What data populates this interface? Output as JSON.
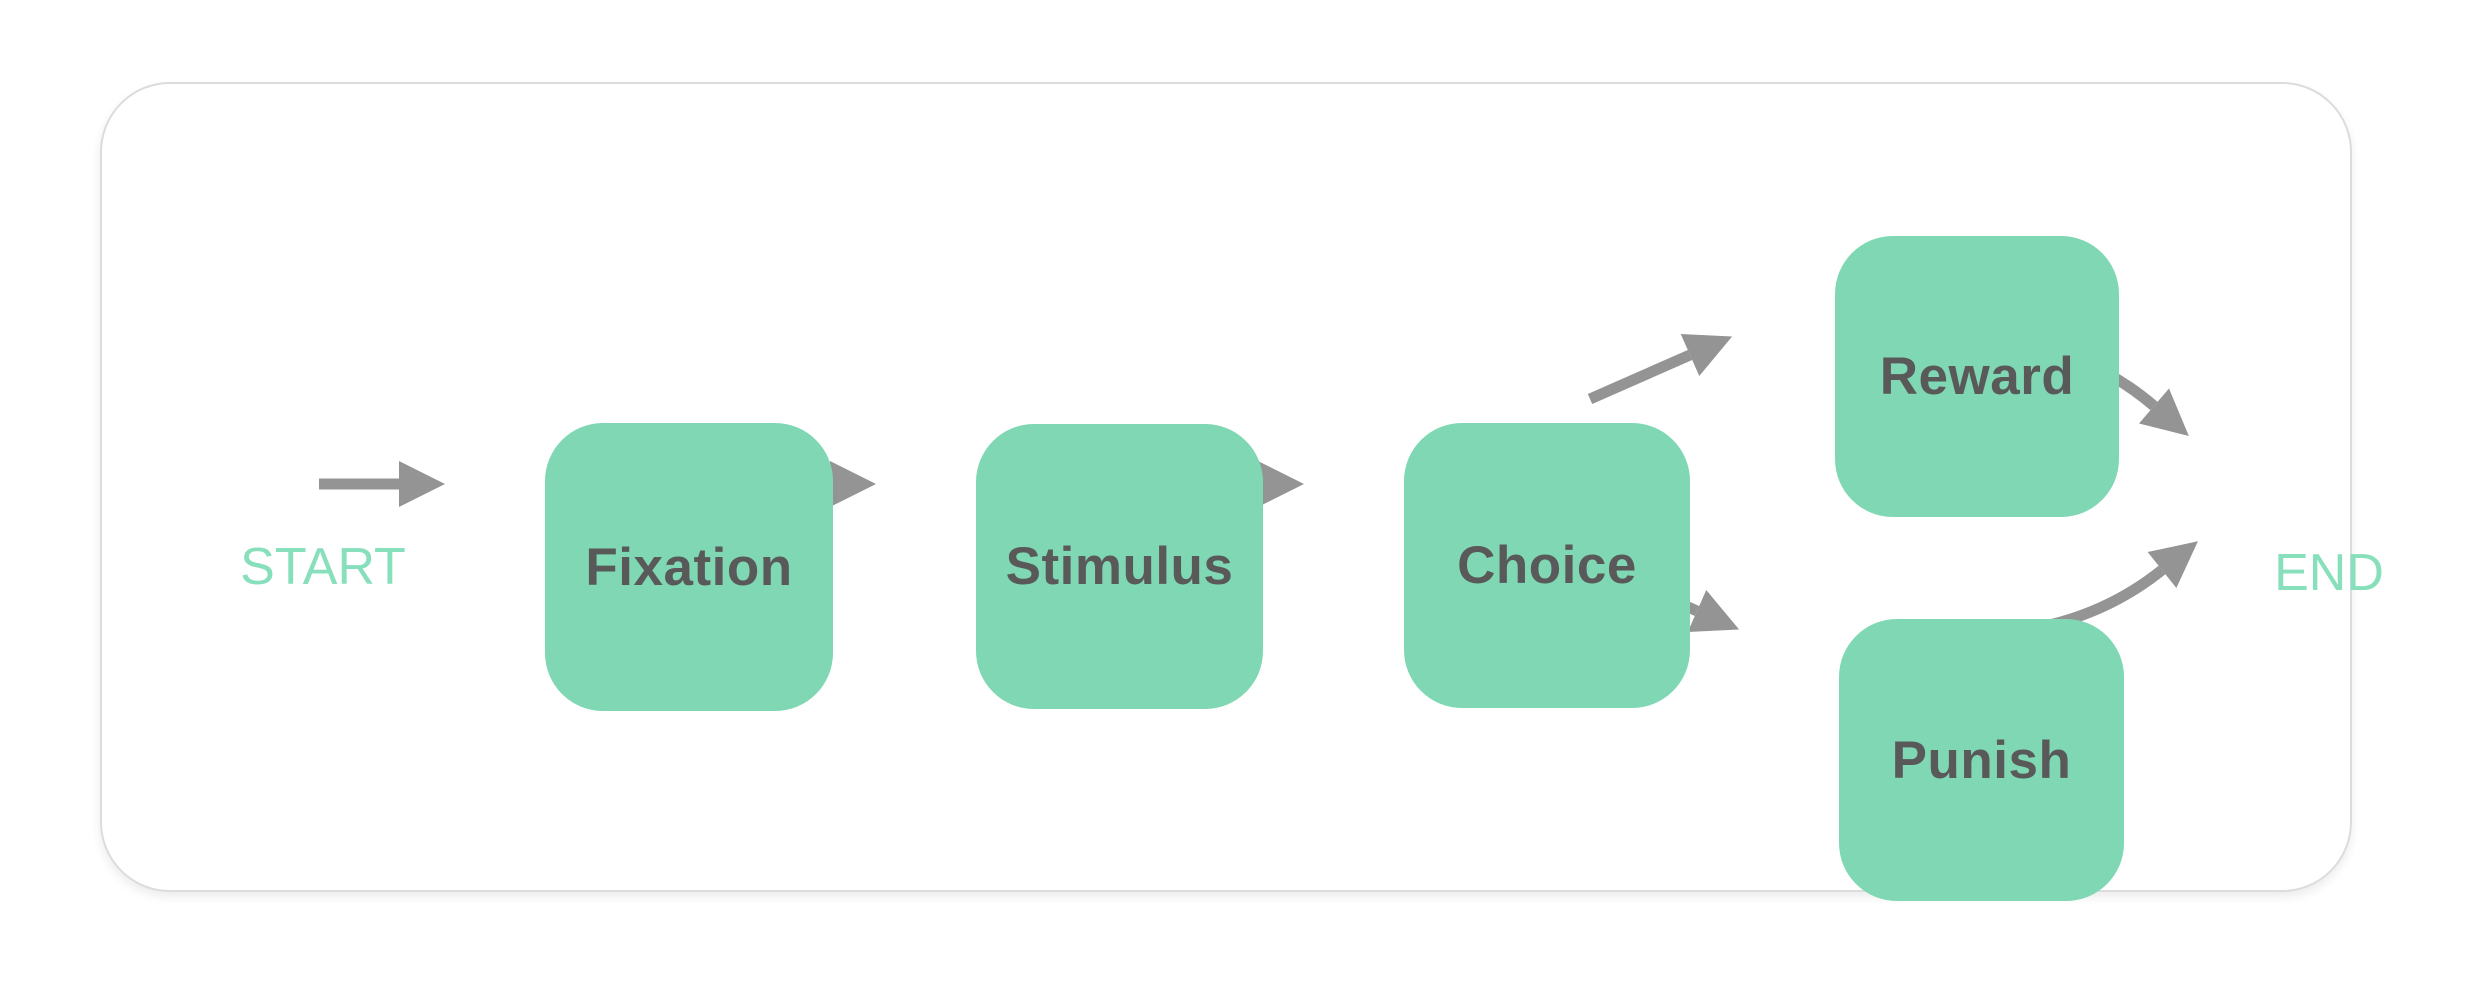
{
  "diagram": {
    "start_label": "START",
    "end_label": "END",
    "nodes": [
      {
        "id": "fixation",
        "label": "Fixation"
      },
      {
        "id": "stimulus",
        "label": "Stimulus"
      },
      {
        "id": "choice",
        "label": "Choice"
      },
      {
        "id": "reward",
        "label": "Reward"
      },
      {
        "id": "punish",
        "label": "Punish"
      }
    ],
    "edges": [
      {
        "from": "START",
        "to": "Fixation"
      },
      {
        "from": "Fixation",
        "to": "Stimulus"
      },
      {
        "from": "Stimulus",
        "to": "Choice"
      },
      {
        "from": "Choice",
        "to": "Reward"
      },
      {
        "from": "Choice",
        "to": "Punish"
      },
      {
        "from": "Reward",
        "to": "END"
      },
      {
        "from": "Punish",
        "to": "END"
      }
    ],
    "colors": {
      "node_fill": "#7fd8b3",
      "node_text": "#595959",
      "terminal_text": "#87dfbc",
      "arrow": "#949494",
      "card_border": "#dcdcdc",
      "background": "#ffffff"
    }
  }
}
